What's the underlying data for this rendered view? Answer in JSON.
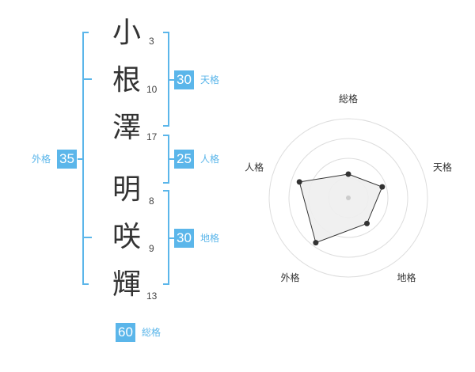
{
  "name": {
    "surname": [
      {
        "char": "小",
        "strokes": "3"
      },
      {
        "char": "根",
        "strokes": "10"
      },
      {
        "char": "澤",
        "strokes": "17"
      }
    ],
    "given": [
      {
        "char": "明",
        "strokes": "8"
      },
      {
        "char": "咲",
        "strokes": "9"
      },
      {
        "char": "輝",
        "strokes": "13"
      }
    ]
  },
  "kakusu": {
    "tenkaku": {
      "value": "30",
      "label": "天格"
    },
    "jinkaku": {
      "value": "25",
      "label": "人格"
    },
    "chikaku": {
      "value": "30",
      "label": "地格"
    },
    "gaikaku": {
      "value": "35",
      "label": "外格"
    },
    "soukaku": {
      "value": "60",
      "label": "総格"
    }
  },
  "colors": {
    "accent": "#5bb6ea",
    "text": "#333333",
    "grid": "#dddddd",
    "fill": "#eeeeee"
  },
  "chart_data": {
    "type": "radar",
    "axes": [
      "総格",
      "天格",
      "地格",
      "外格",
      "人格"
    ],
    "scale_max": 4,
    "rings": 4,
    "values": [
      1.2,
      1.8,
      1.6,
      2.8,
      2.6
    ]
  }
}
